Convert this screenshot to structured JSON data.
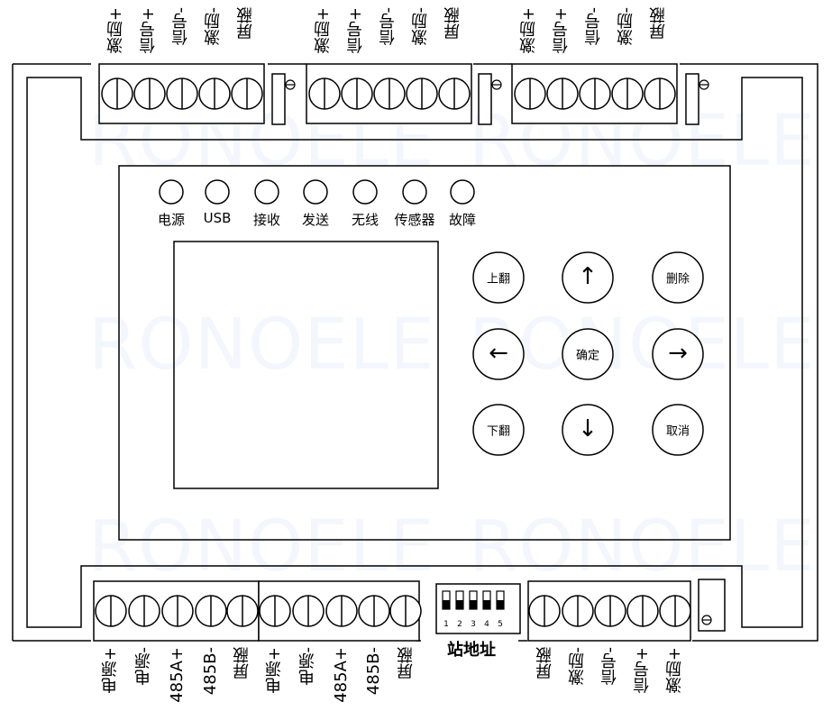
{
  "watermark": "RONOELE",
  "top_terminal_groups": [
    {
      "labels": [
        "激励+",
        "信号+",
        "信号-",
        "激励-",
        "屏蔽"
      ]
    },
    {
      "labels": [
        "激励+",
        "信号+",
        "信号-",
        "激励-",
        "屏蔽"
      ]
    },
    {
      "labels": [
        "激励+",
        "信号+",
        "信号-",
        "激励-",
        "屏蔽"
      ]
    }
  ],
  "bottom_terminal_groups": [
    {
      "labels": [
        "电源+",
        "电源-",
        "485A+",
        "485B-",
        "屏蔽"
      ]
    },
    {
      "labels": [
        "电源+",
        "电源-",
        "485A+",
        "485B-",
        "屏蔽"
      ]
    },
    {
      "labels": [
        "屏蔽",
        "激励-",
        "信号-",
        "信号+",
        "激励+"
      ]
    }
  ],
  "leds": [
    "电源",
    "USB",
    "接收",
    "发送",
    "无线",
    "传感器",
    "故障"
  ],
  "buttons": {
    "page_up": "上翻",
    "up": "↑",
    "delete": "删除",
    "left": "←",
    "confirm": "确定",
    "right": "→",
    "page_down": "下翻",
    "down": "↓",
    "cancel": "取消"
  },
  "dip_switch": {
    "label": "站地址",
    "positions": [
      "1",
      "2",
      "3",
      "4",
      "5"
    ]
  }
}
